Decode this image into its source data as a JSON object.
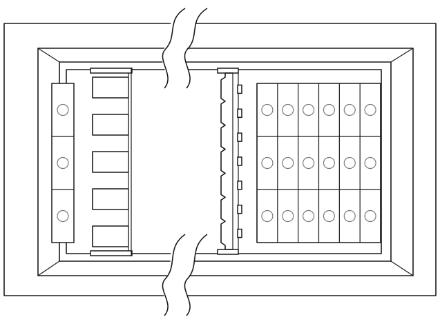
{
  "diagram": {
    "colors": {
      "line": "#1a1a1a",
      "hole": "#7a7a7a",
      "background": "#ffffff"
    },
    "left_strip": {
      "cells": 3,
      "holes_per_cell": 1
    },
    "left_comb": {
      "teeth": 5
    },
    "center_comb": {
      "notches": 7
    },
    "terminal_grid": {
      "rows": 3,
      "columns": 6
    },
    "break_lines": 2
  }
}
